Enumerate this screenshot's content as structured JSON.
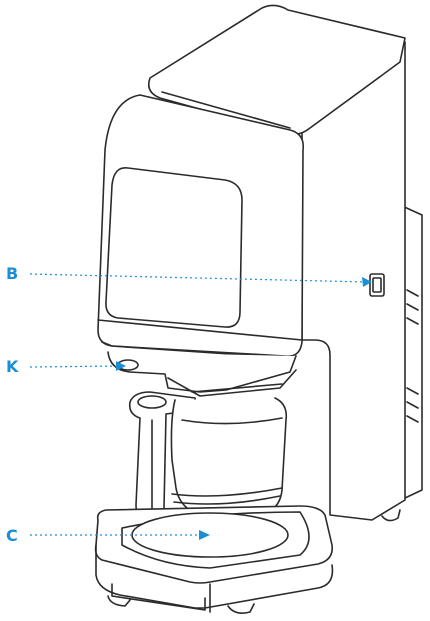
{
  "callouts": {
    "b": {
      "letter": "B",
      "part": "side-button"
    },
    "k": {
      "letter": "K",
      "part": "drip-head"
    },
    "c": {
      "letter": "C",
      "part": "warming-plate"
    }
  },
  "colors": {
    "callout": "#1a8fd6",
    "line": "#2b2b2b",
    "fill": "#ffffff"
  }
}
